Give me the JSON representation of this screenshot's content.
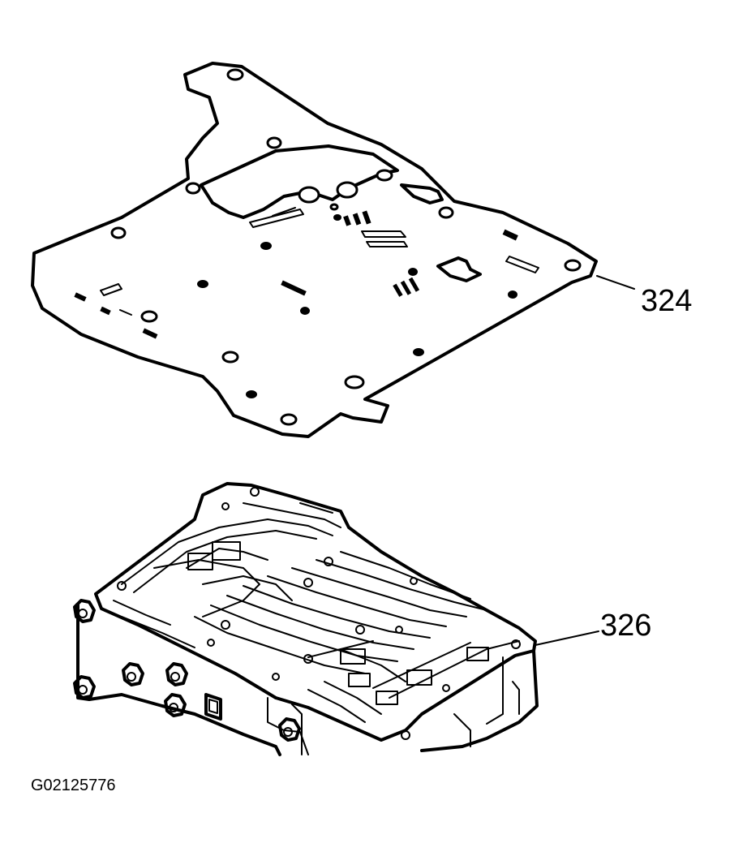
{
  "labels": {
    "gasket": "324",
    "valve_body": "326"
  },
  "figure_id": "G02125776",
  "colors": {
    "ink": "#000000",
    "paper": "#ffffff"
  }
}
